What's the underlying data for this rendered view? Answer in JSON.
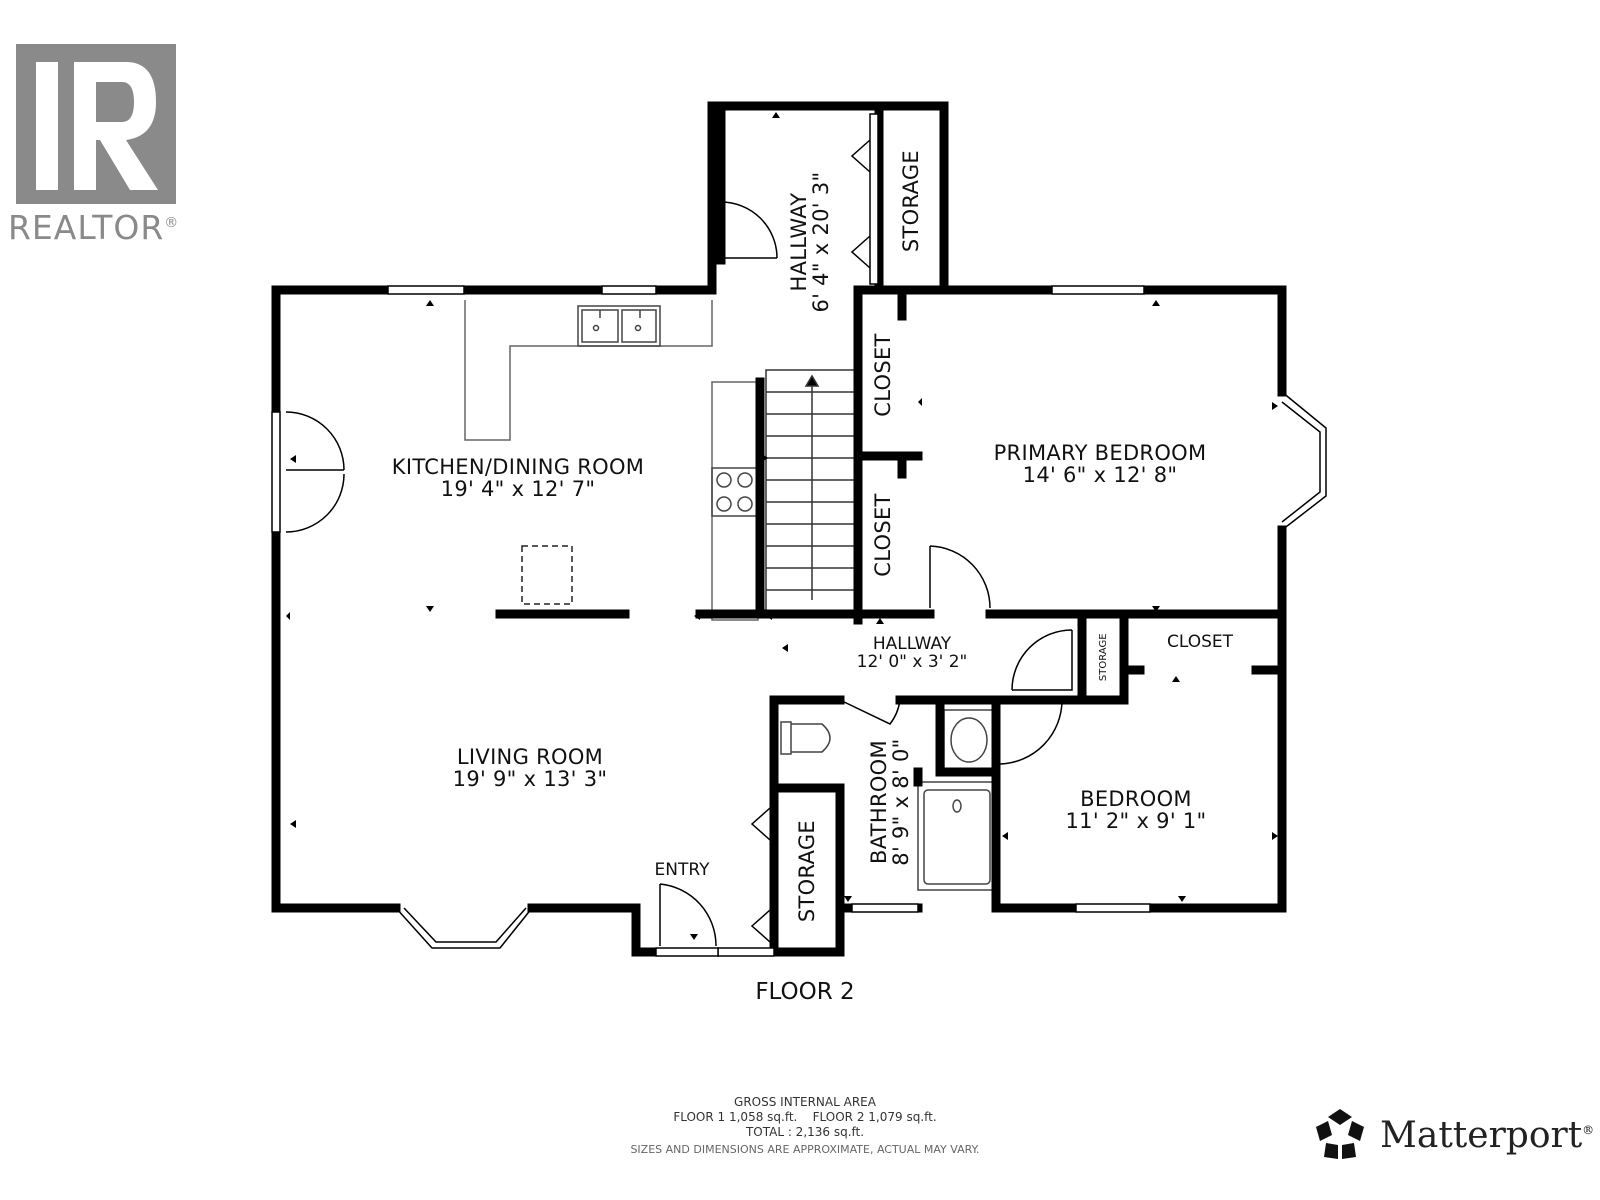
{
  "branding": {
    "realtor_text": "REALTOR",
    "realtor_mark": "®",
    "matterport_text": "Matterport",
    "matterport_mark": "®",
    "colors": {
      "realtor_gray": "#8a8a8a",
      "wall": "#000000"
    }
  },
  "floor_title": "FLOOR 2",
  "rooms": {
    "kitchen_dining": {
      "name": "KITCHEN/DINING ROOM",
      "dims": "19' 4\" x 12' 7\""
    },
    "living": {
      "name": "LIVING ROOM",
      "dims": "19' 9\" x 13' 3\""
    },
    "primary_bedroom": {
      "name": "PRIMARY BEDROOM",
      "dims": "14' 6\" x 12' 8\""
    },
    "bedroom": {
      "name": "BEDROOM",
      "dims": "11' 2\" x 9' 1\""
    },
    "hallway_top": {
      "name": "HALLWAY",
      "dims": "6' 4\" x 20' 3\""
    },
    "hallway_mid": {
      "name": "HALLWAY",
      "dims": "12' 0\" x 3' 2\""
    },
    "bathroom": {
      "name": "BATHROOM",
      "dims": "8' 9\" x 8' 0\""
    }
  },
  "labels": {
    "storage_top": "STORAGE",
    "storage_hall": "STORAGE",
    "storage_entry": "STORAGE",
    "closet_upper": "CLOSET",
    "closet_lower": "CLOSET",
    "closet_bedroom": "CLOSET",
    "entry": "ENTRY"
  },
  "footer": {
    "line1": "GROSS INTERNAL AREA",
    "line2": "FLOOR 1 1,058 sq.ft.    FLOOR 2 1,079 sq.ft.",
    "line3": "TOTAL :  2,136 sq.ft.",
    "note": "SIZES AND DIMENSIONS ARE APPROXIMATE, ACTUAL MAY VARY."
  }
}
